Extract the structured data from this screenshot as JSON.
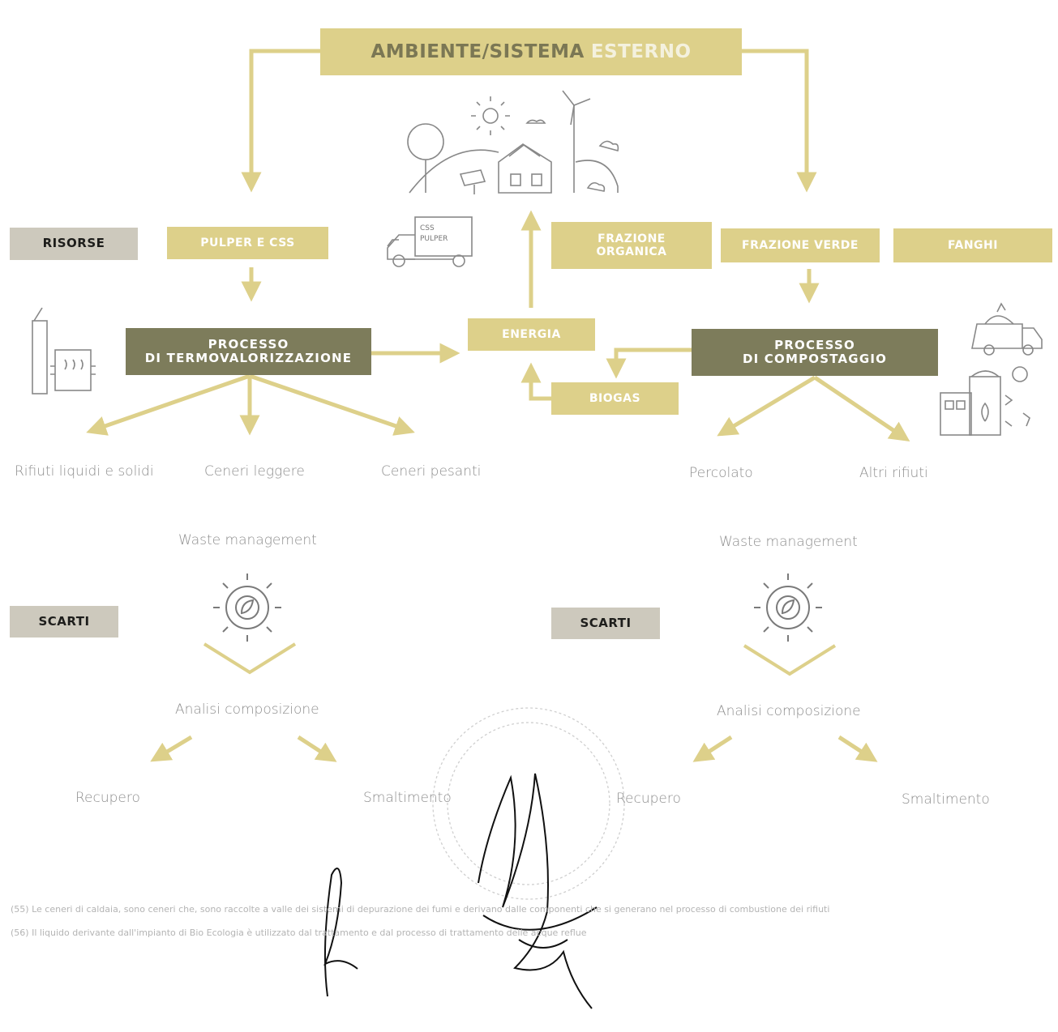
{
  "header": {
    "title_part1": "AMBIENTE/SISTEMA",
    "title_part2": "ESTERNO"
  },
  "labels": {
    "risorse": "RISORSE",
    "scarti_left": "SCARTI",
    "scarti_right": "SCARTI"
  },
  "boxes": {
    "pulper": "PULPER E CSS",
    "frazione_organica": "FRAZIONE ORGANICA",
    "frazione_verde": "FRAZIONE VERDE",
    "fanghi": "FANGHI",
    "energia": "ENERGIA",
    "biogas": "BIOGAS",
    "proc_termo_line1": "PROCESSO",
    "proc_termo_line2": "DI TERMOVALORIZZAZIONE",
    "proc_compost_line1": "PROCESSO",
    "proc_compost_line2": "DI COMPOSTAGGIO"
  },
  "truck": {
    "line1": "CSS",
    "line2": "PULPER"
  },
  "outputs_left": [
    "Rifiuti liquidi e solidi",
    "Ceneri leggere",
    "Ceneri pesanti"
  ],
  "outputs_right": [
    "Percolato",
    "Altri rifiuti"
  ],
  "waste_left": {
    "title": "Waste management",
    "analysis": "Analisi composizione",
    "recovery": "Recupero",
    "disposal": "Smaltimento"
  },
  "waste_right": {
    "title": "Waste management",
    "analysis": "Analisi composizione",
    "recovery": "Recupero",
    "disposal": "Smaltimento"
  },
  "footnotes": [
    "(55) Le ceneri di caldaia, sono ceneri che, sono raccolte a valle dei sistemi di depurazione dei fumi e derivano dalle componenti che si generano nel processo di combustione dei rifiuti",
    "(56) Il liquido derivante dall'impianto di Bio Ecologia è utilizzato dal trattamento e dal processo di trattamento delle acque reflue"
  ],
  "colors": {
    "accent": "#ddd08a",
    "process": "#7d7c5b",
    "label_bg": "#cdc9bd",
    "line": "#ddd08a"
  }
}
